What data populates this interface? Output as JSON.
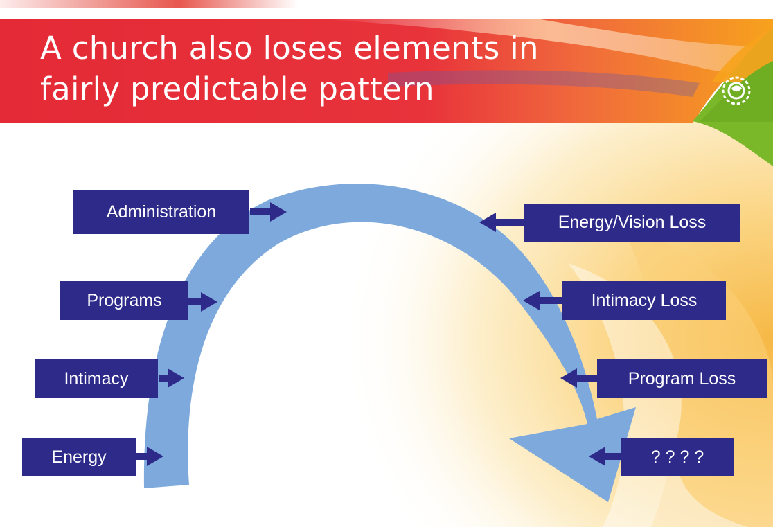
{
  "slide": {
    "title_line1": "A church also loses elements in",
    "title_line2": "fairly predictable pattern"
  },
  "diagram": {
    "growth_labels": [
      "Administration",
      "Programs",
      "Intimacy",
      "Energy"
    ],
    "loss_labels": [
      "Energy/Vision Loss",
      "Intimacy Loss",
      "Program Loss",
      "? ? ? ?"
    ]
  },
  "colors": {
    "banner_red": "#e32a36",
    "banner_orange": "#f6a31e",
    "banner_green": "#7ab82a",
    "label_navy": "#2e2a8a",
    "arc_blue": "#7ea9dc"
  },
  "icons": {
    "logo": "globe-logo-icon"
  }
}
